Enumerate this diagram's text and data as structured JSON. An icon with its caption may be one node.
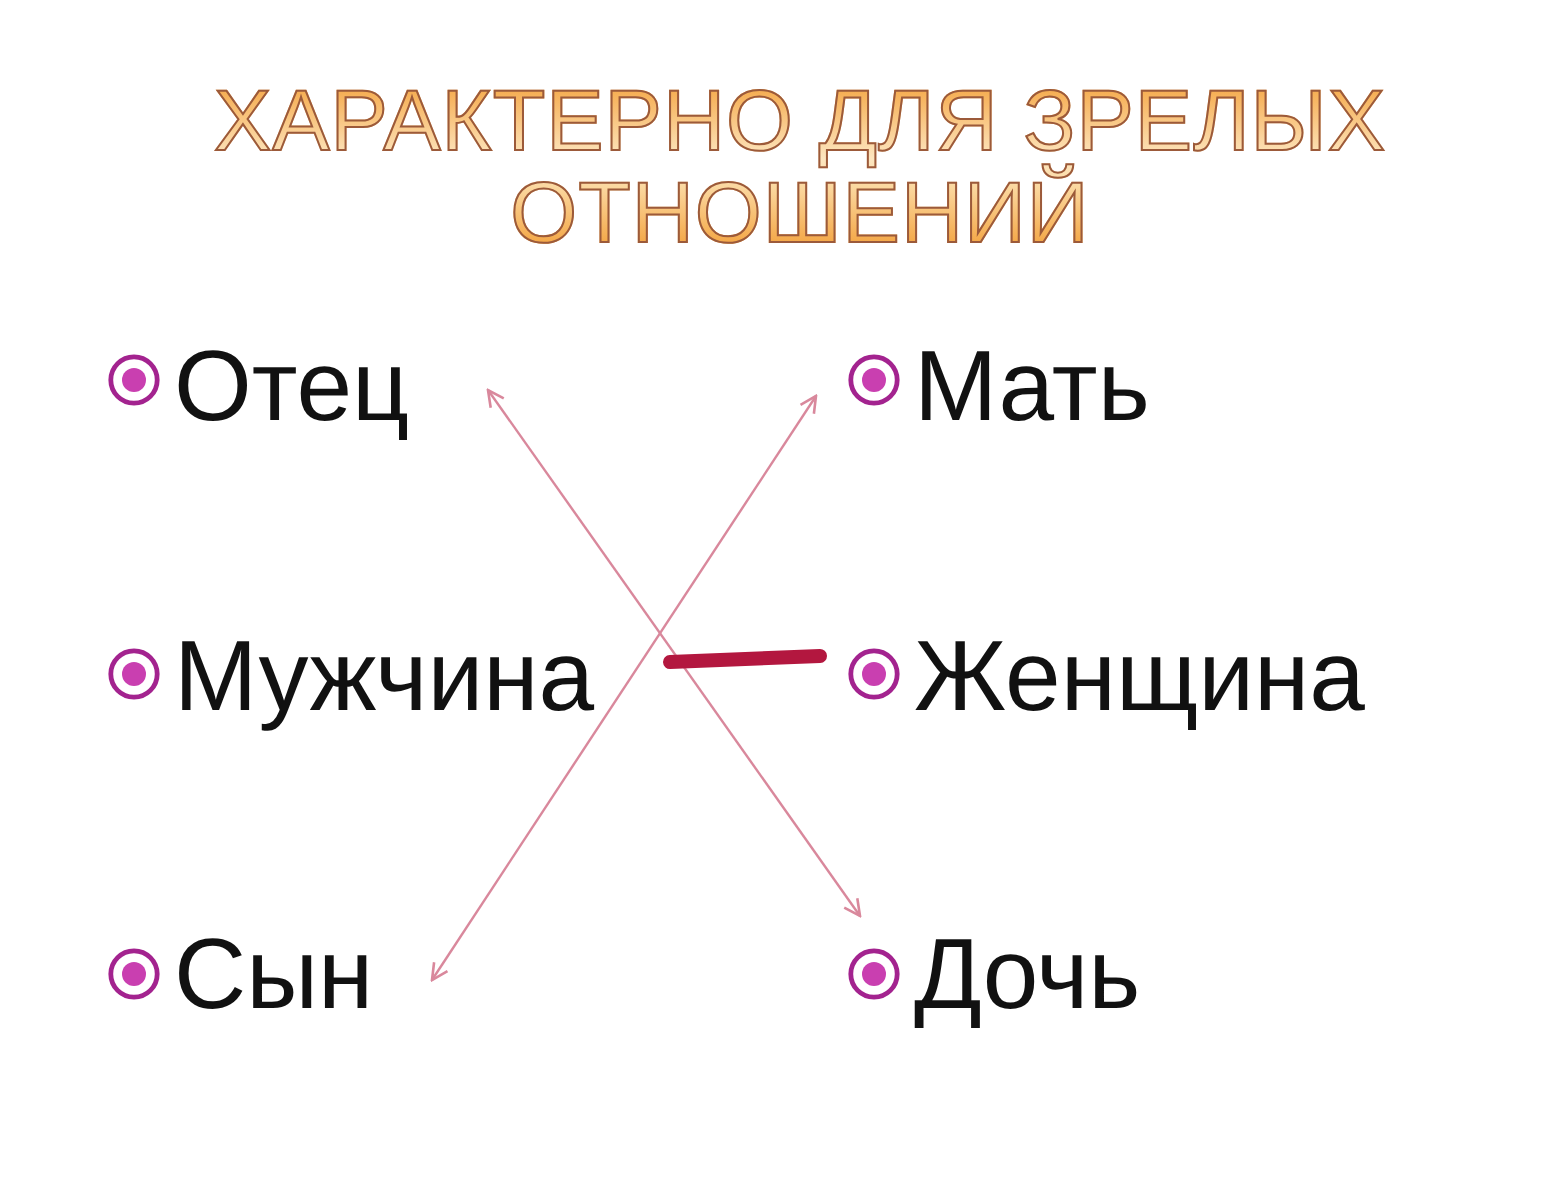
{
  "diagram": {
    "title": "ХАРАКТЕРНО ДЛЯ ЗРЕЛЫХ ОТНОШЕНИЙ",
    "nodes": [
      {
        "text": [
          "Отец"
        ]
      },
      {
        "text": [
          "Мать"
        ]
      },
      {
        "text": [
          "Мужчина"
        ]
      },
      {
        "text": [
          "Женщина"
        ]
      },
      {
        "text": [
          "Сын"
        ]
      },
      {
        "text": [
          "Дочь"
        ]
      }
    ],
    "edges": [
      {
        "from": 0,
        "to": 5,
        "arrow": "both"
      },
      {
        "from": 1,
        "to": 4,
        "arrow": "both"
      },
      {
        "from": 2,
        "to": 3,
        "arrow": "none",
        "style": "thick",
        "color": "#b3173f"
      }
    ]
  }
}
